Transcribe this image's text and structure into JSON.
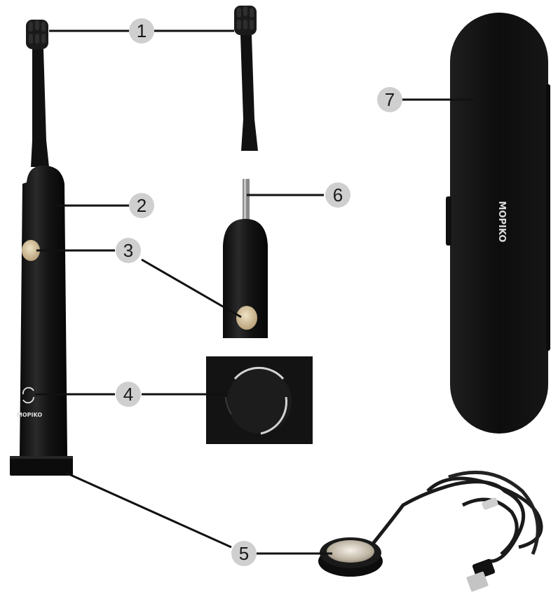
{
  "product": {
    "brand_handle": "MOPIKO",
    "brand_case": "MOPIKO"
  },
  "callouts": [
    {
      "number": "1",
      "part": "brush-head"
    },
    {
      "number": "2",
      "part": "handle"
    },
    {
      "number": "3",
      "part": "power-button"
    },
    {
      "number": "4",
      "part": "mode-indicator"
    },
    {
      "number": "5",
      "part": "charging-base"
    },
    {
      "number": "6",
      "part": "drive-shaft"
    },
    {
      "number": "7",
      "part": "travel-case"
    }
  ],
  "colors": {
    "body": "#141414",
    "button": "#cdb993",
    "callout_fill": "#cfcfcf",
    "leader": "#111111"
  }
}
